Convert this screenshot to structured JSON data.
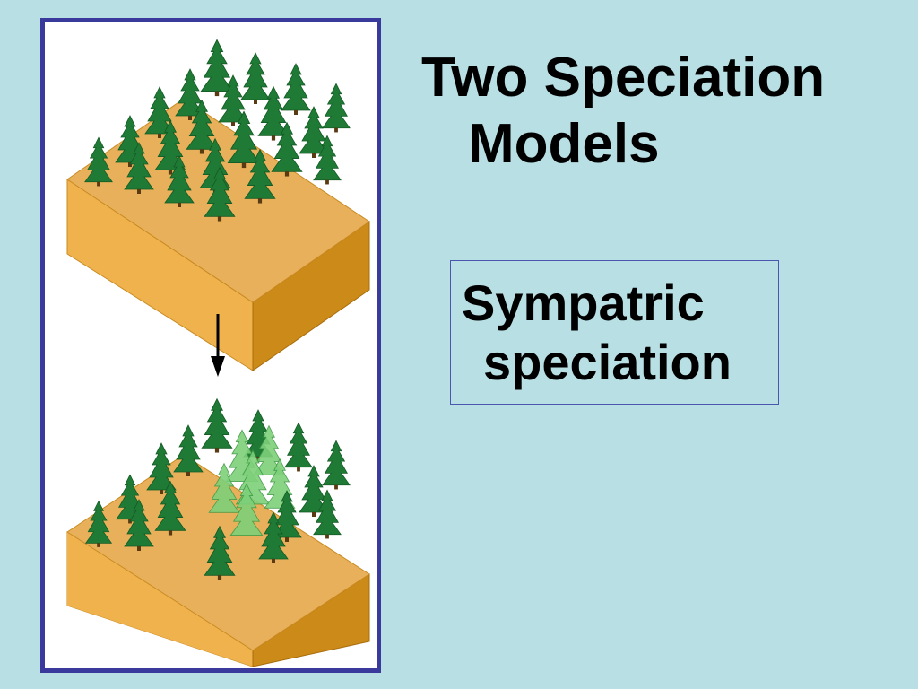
{
  "title": {
    "line1": "Two Speciation",
    "line2": "Models"
  },
  "model_box": {
    "line1": "Sympatric",
    "line2": "speciation"
  },
  "illustration": {
    "colors": {
      "frame_border": "#3a3a9c",
      "soil_top": "#e8b05a",
      "soil_left": "#f0b24c",
      "soil_right": "#cc8a18",
      "tree_dark": "#1f7a35",
      "tree_light": "#6fc46f",
      "arrow": "#000000"
    },
    "icons": [
      "conifer-tree-icon",
      "down-arrow-icon"
    ]
  }
}
